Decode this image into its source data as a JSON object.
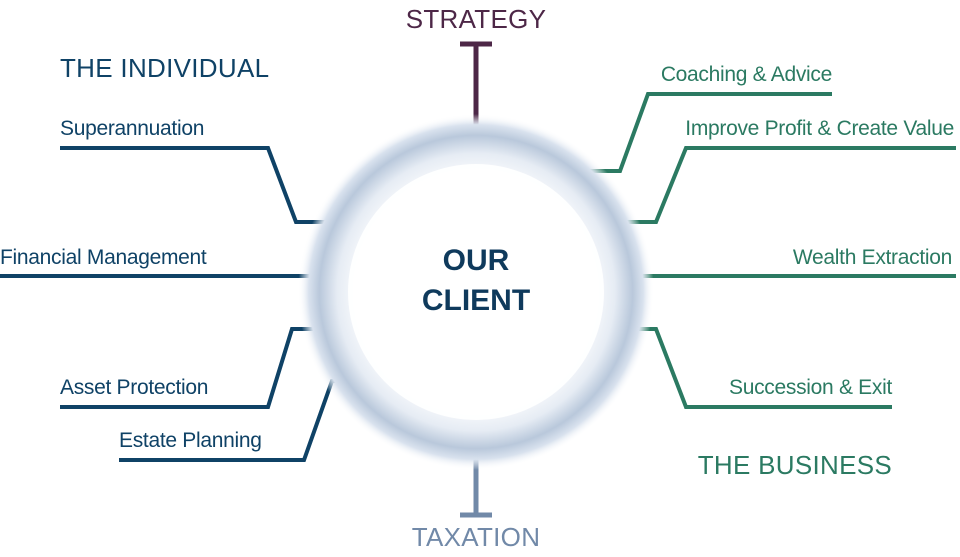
{
  "top_label": "STRATEGY",
  "bottom_label": "TAXATION",
  "center": {
    "line1": "OUR",
    "line2": "CLIENT"
  },
  "left_group": {
    "heading": "THE INDIVIDUAL",
    "items": [
      "Superannuation",
      "Financial Management",
      "Asset Protection",
      "Estate Planning"
    ]
  },
  "right_group": {
    "heading": "THE BUSINESS",
    "items": [
      "Coaching & Advice",
      "Improve Profit & Create Value",
      "Wealth Extraction",
      "Succession & Exit"
    ]
  },
  "colors": {
    "individual": "#0f4266",
    "business": "#2b7a62",
    "strategy": "#4d2747",
    "taxation": "#7189a8",
    "center_text": "#0f3a5c",
    "circle_glow": "#9fb2cc"
  }
}
